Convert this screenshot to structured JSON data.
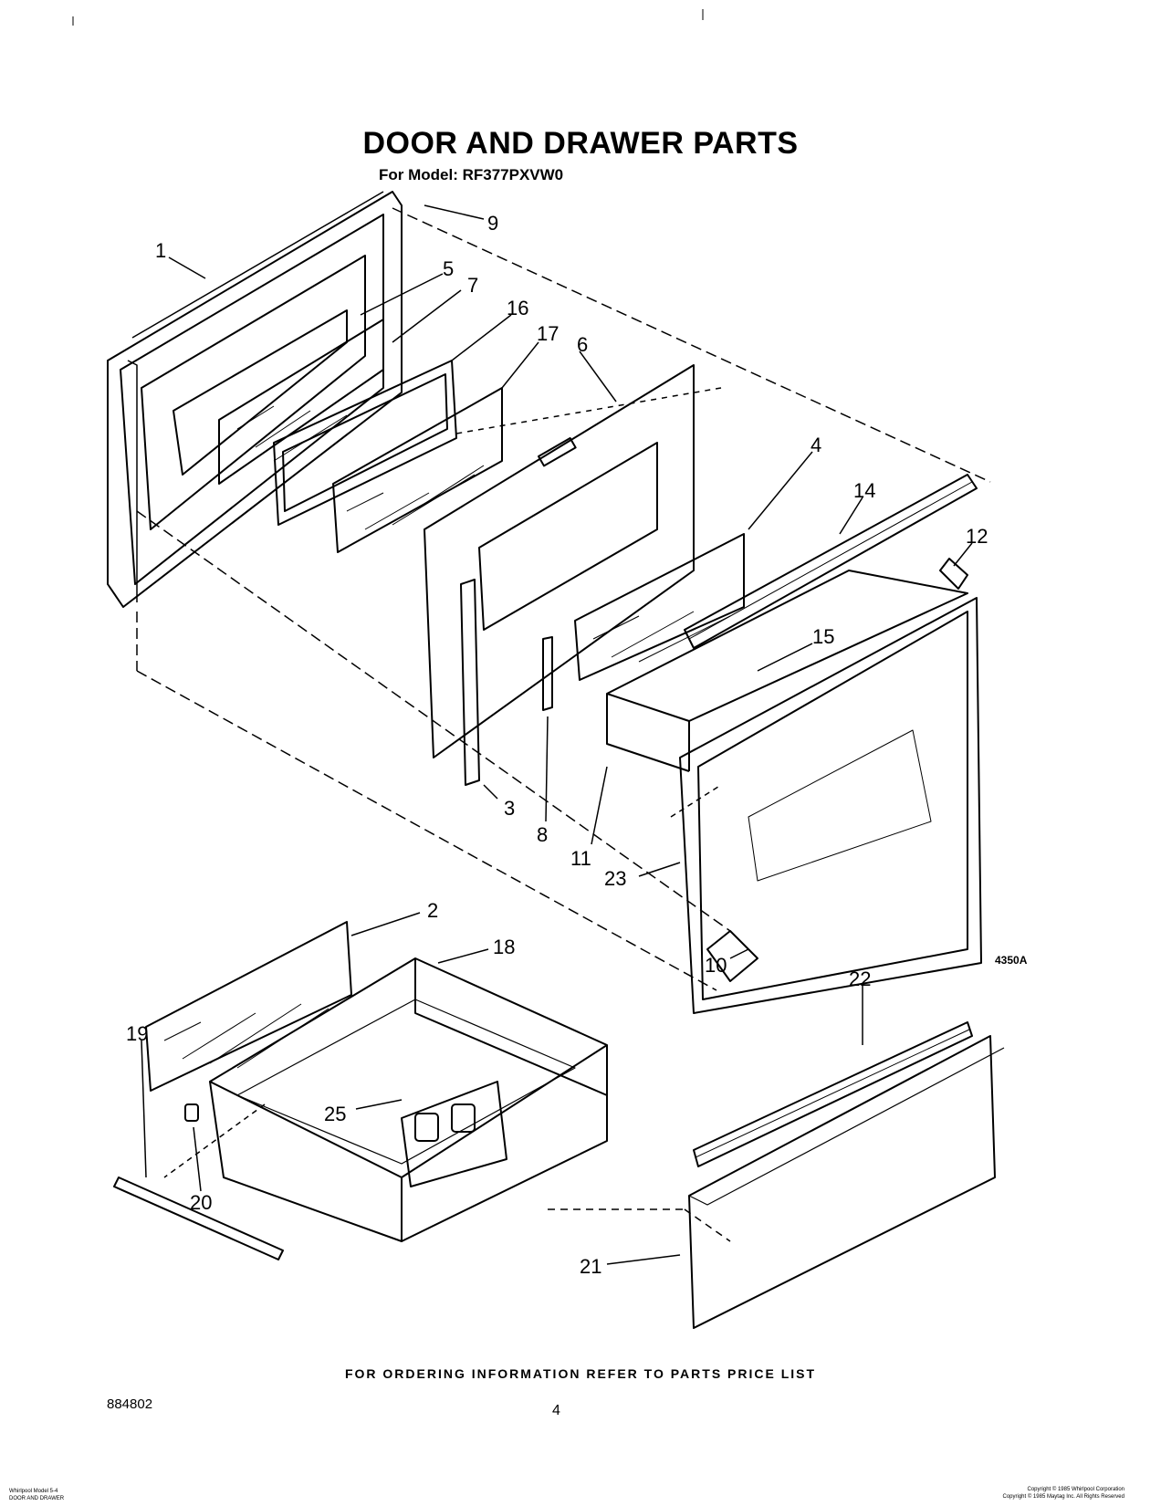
{
  "header": {
    "title": "DOOR AND DRAWER PARTS",
    "subtitle": "For Model: RF377PXVW0"
  },
  "callouts": [
    "1",
    "2",
    "3",
    "4",
    "5",
    "6",
    "7",
    "8",
    "9",
    "10",
    "11",
    "12",
    "14",
    "15",
    "16",
    "17",
    "18",
    "19",
    "20",
    "21",
    "22",
    "23",
    "25"
  ],
  "figure_number": "4350A",
  "footer": {
    "ordering_note": "FOR ORDERING INFORMATION REFER TO PARTS PRICE LIST",
    "document_number": "884802",
    "page_number": "4",
    "fine_print_left": [
      "Whirlpool Model 5-4",
      "DOOR AND DRAWER"
    ],
    "fine_print_right": [
      "Copyright © 1985 Whirlpool Corporation",
      "Copyright © 1985 Maytag Inc. All Rights Reserved"
    ]
  }
}
